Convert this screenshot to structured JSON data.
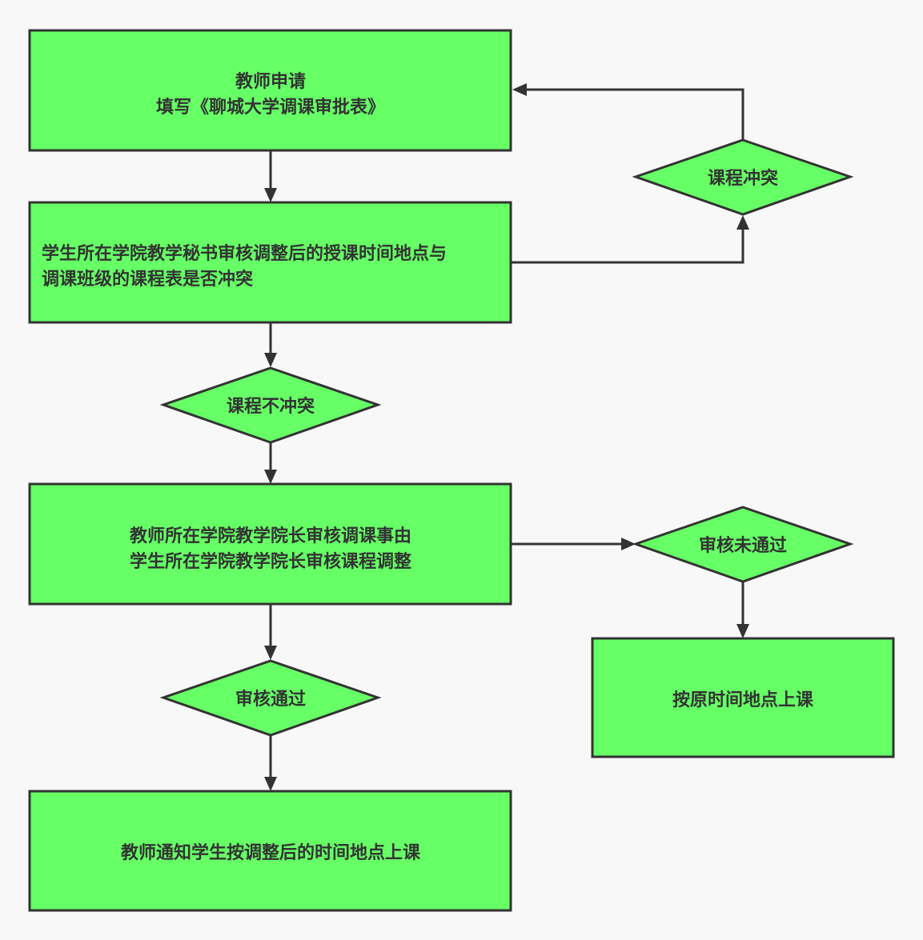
{
  "nodes": {
    "apply": {
      "line1": "教师申请",
      "line2": "填写《聊城大学调课审批表》"
    },
    "secretary_review": {
      "line1": "学生所在学院教学秘书审核调整后的授课时间地点与",
      "line2": "调课班级的课程表是否冲突"
    },
    "conflict": {
      "label": "课程冲突"
    },
    "no_conflict": {
      "label": "课程不冲突"
    },
    "dean_review": {
      "line1": "教师所在学院教学院长审核调课事由",
      "line2": "学生所在学院教学院长审核课程调整"
    },
    "not_approved": {
      "label": "审核未通过"
    },
    "original_schedule": {
      "label": "按原时间地点上课"
    },
    "approved": {
      "label": "审核通过"
    },
    "notify": {
      "label": "教师通知学生按调整后的时间地点上课"
    }
  }
}
